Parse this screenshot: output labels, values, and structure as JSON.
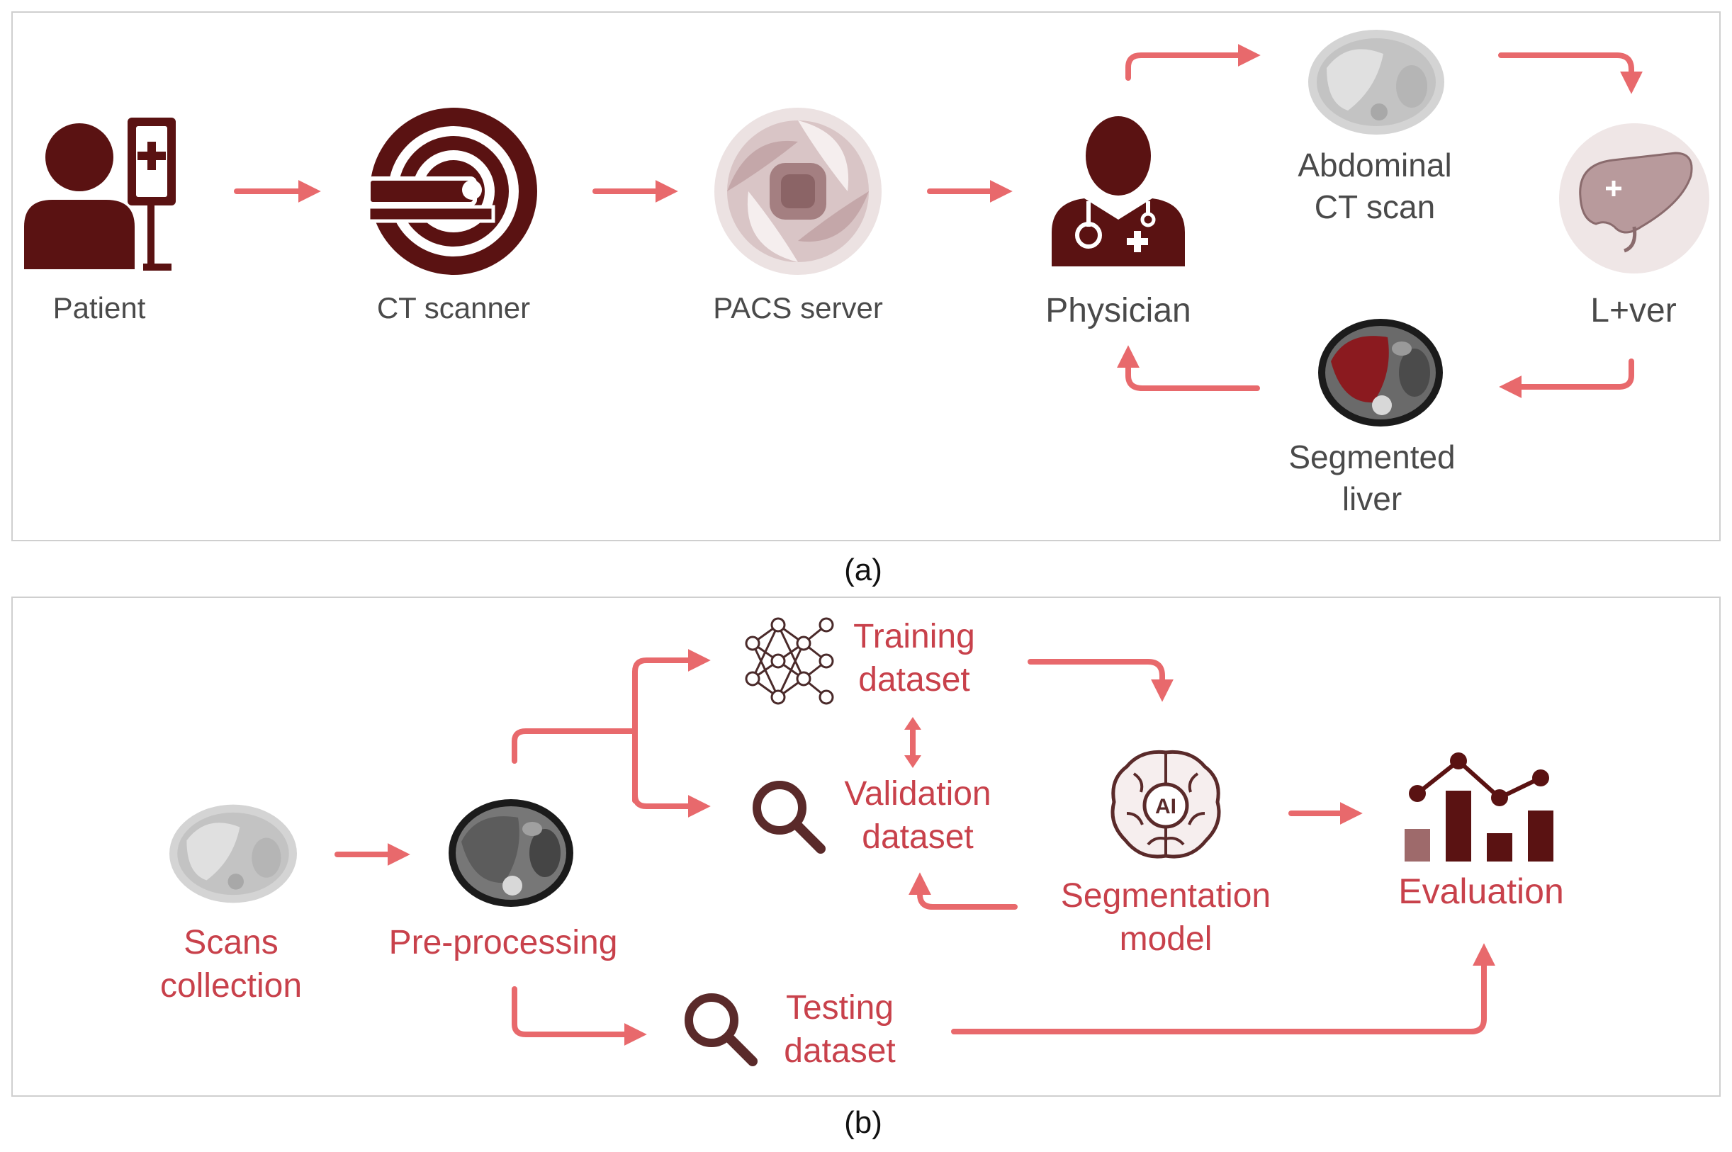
{
  "panel_a": {
    "caption": "(a)",
    "nodes": {
      "patient": "Patient",
      "ct_scanner": "CT scanner",
      "pacs_server": "PACS server",
      "physician": "Physician",
      "abdominal_ct": "Abdominal\nCT scan",
      "liver": "L+ver",
      "segmented_liver": "Segmented\nliver"
    }
  },
  "panel_b": {
    "caption": "(b)",
    "nodes": {
      "scans_collection": "Scans\ncollection",
      "preprocessing": "Pre-processing",
      "training_dataset": "Training\ndataset",
      "validation_dataset": "Validation\ndataset",
      "testing_dataset": "Testing\ndataset",
      "segmentation_model": "Segmentation\nmodel",
      "evaluation": "Evaluation"
    },
    "ai_chip_label": "AI"
  },
  "colors": {
    "arrow": "#e8696c",
    "icon_dark": "#5a1212",
    "label_gray": "#4a4a4a",
    "label_red": "#c8414b"
  }
}
